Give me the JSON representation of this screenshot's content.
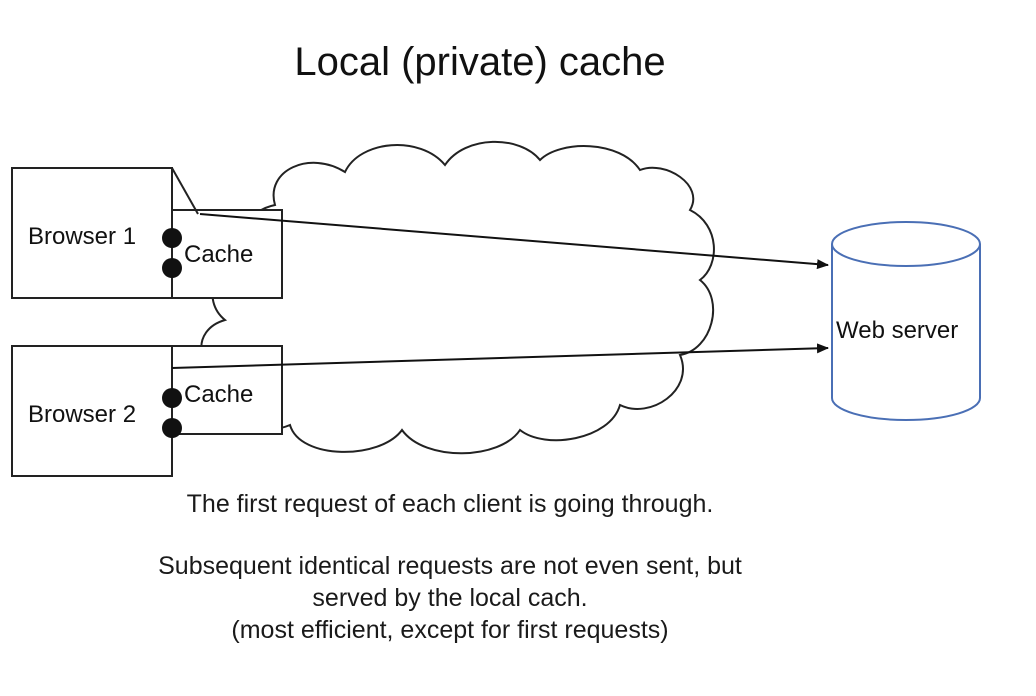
{
  "title": "Local (private) cache",
  "nodes": {
    "browser1": "Browser 1",
    "browser2": "Browser 2",
    "cache1": "Cache",
    "cache2": "Cache",
    "server": "Web server"
  },
  "captions": {
    "line1": "The first request of each client is going through.",
    "line2": "Subsequent identical requests are not even sent, but",
    "line3": "served by the local cach.",
    "line4": "(most efficient, except for first requests)"
  },
  "colors": {
    "server_outline": "#4a6fb5",
    "stroke": "#111111"
  }
}
